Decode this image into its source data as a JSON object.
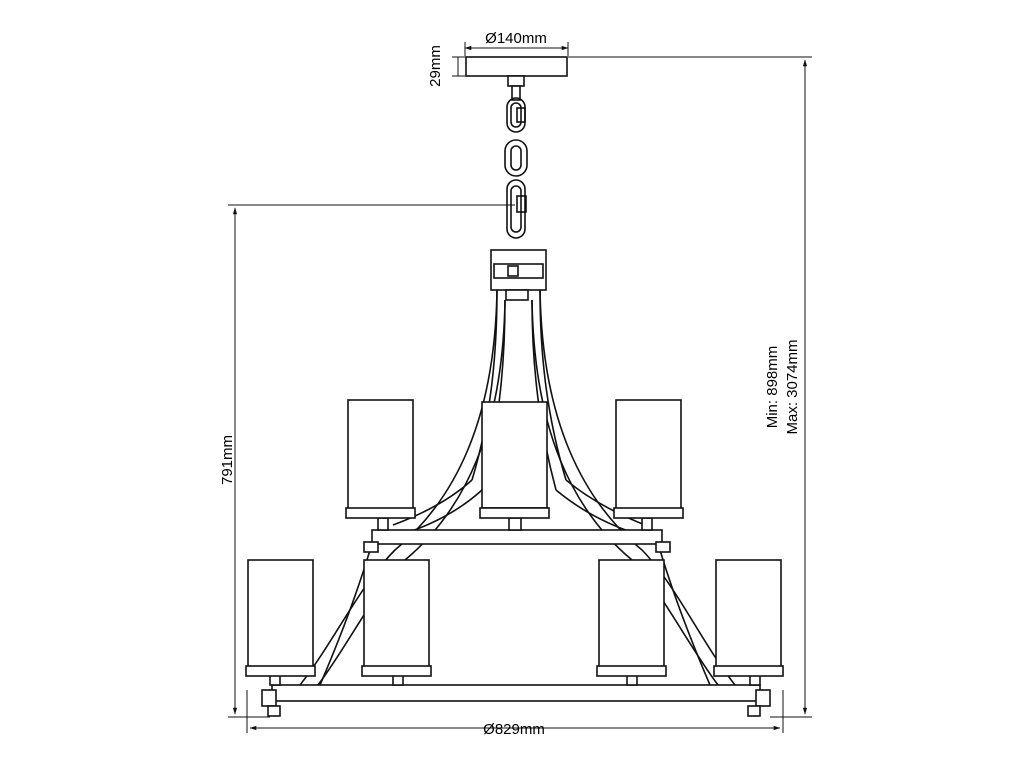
{
  "dimensions": {
    "canopy_diameter": "Ø140mm",
    "canopy_height": "29mm",
    "body_height": "791mm",
    "overall_min": "Min: 898mm",
    "overall_max": "Max: 3074mm",
    "overall_diameter": "Ø829mm"
  }
}
